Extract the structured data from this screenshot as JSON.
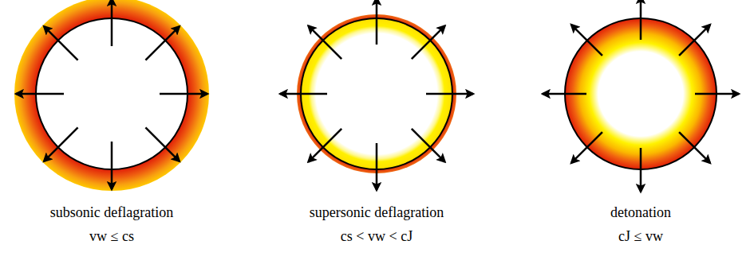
{
  "diagram": {
    "nodes": [
      {
        "text": [
          "subsonic deflagration",
          "vw ≤ cs"
        ]
      },
      {
        "text": [
          "supersonic deflagration",
          "cs < vw < cJ"
        ]
      },
      {
        "text": [
          "detonation",
          "cJ ≤ vw"
        ]
      }
    ]
  }
}
